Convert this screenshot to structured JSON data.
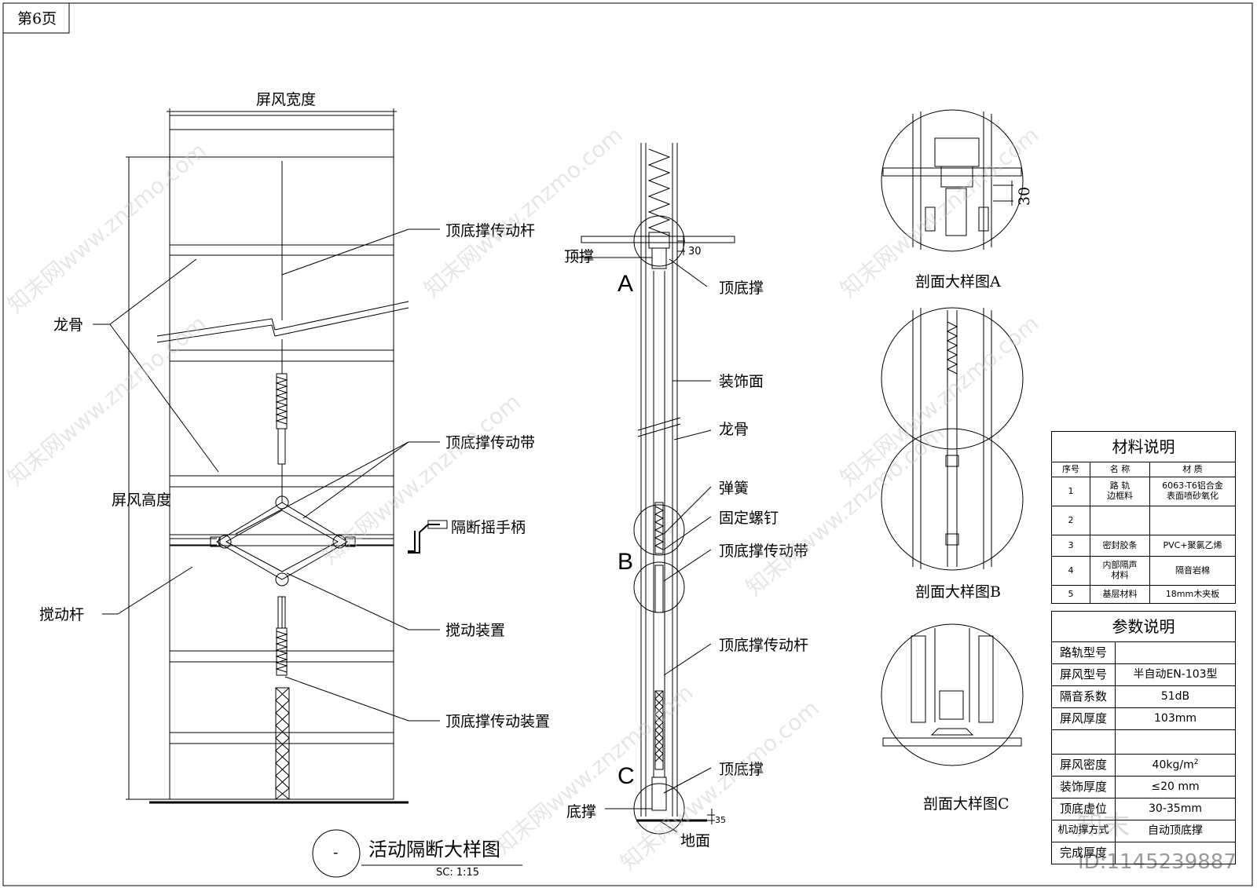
{
  "page_label": "第6页",
  "left_elevation": {
    "width_label": "屏风宽度",
    "height_label": "屏风高度",
    "labels": {
      "keel": "龙骨",
      "stir_rod": "搅动杆",
      "drive_rod": "顶底撑传动杆",
      "drive_belt": "顶底撑传动带",
      "crank_handle": "隔断摇手柄",
      "stir_device": "搅动装置",
      "drive_device": "顶底撑传动装置"
    }
  },
  "section": {
    "top_brace": "顶撑",
    "bottom_brace": "底撑",
    "floor": "地面",
    "dim_30": "30",
    "dim_35": "35",
    "marker_a": "A",
    "marker_b": "B",
    "marker_c": "C",
    "labels": {
      "top_bottom_brace_1": "顶底撑",
      "finish_face": "装饰面",
      "keel": "龙骨",
      "spring": "弹簧",
      "fixing_screw": "固定螺钉",
      "drive_belt": "顶底撑传动带",
      "drive_rod": "顶底撑传动杆",
      "top_bottom_brace_2": "顶底撑"
    }
  },
  "details": {
    "a_title": "剖面大样图A",
    "a_dim": "30",
    "b_title": "剖面大样图B",
    "c_title": "剖面大样图C"
  },
  "title_block": {
    "circle_mark": "-",
    "title": "活动隔断大样图",
    "scale": "SC:   1:15"
  },
  "materials_table": {
    "title": "材料说明",
    "headers": [
      "序号",
      "名 称",
      "材 质"
    ],
    "rows": [
      {
        "no": "1",
        "name": "路 轨\n边框料",
        "material": "6063-T6铝合金\n表面喷砂氧化"
      },
      {
        "no": "2",
        "name": "",
        "material": ""
      },
      {
        "no": "3",
        "name": "密封胶条",
        "material": "PVC+聚氯乙烯"
      },
      {
        "no": "4",
        "name": "内部隔声\n材料",
        "material": "隔音岩棉"
      },
      {
        "no": "5",
        "name": "基层材料",
        "material": "18mm木夹板"
      }
    ]
  },
  "params_table": {
    "title": "参数说明",
    "rows": [
      {
        "key": "路轨型号",
        "value": ""
      },
      {
        "key": "屏风型号",
        "value": "半自动EN-103型"
      },
      {
        "key": "隔音系数",
        "value": "51dB"
      },
      {
        "key": "屏风厚度",
        "value": "103mm"
      },
      {
        "key": "",
        "value": ""
      },
      {
        "key": "屏风密度",
        "value": "40kg/m",
        "sup": "2"
      },
      {
        "key": "装饰厚度",
        "value": "≤20 mm"
      },
      {
        "key": "顶底虚位",
        "value": "30-35mm"
      },
      {
        "key": "机动撑方式",
        "value": "自动顶底撑"
      },
      {
        "key": "完成厚度",
        "value": ""
      }
    ]
  },
  "watermark": {
    "text": "知末网www.znzmo.com",
    "logo": "知末",
    "id": "ID:1145239887"
  }
}
